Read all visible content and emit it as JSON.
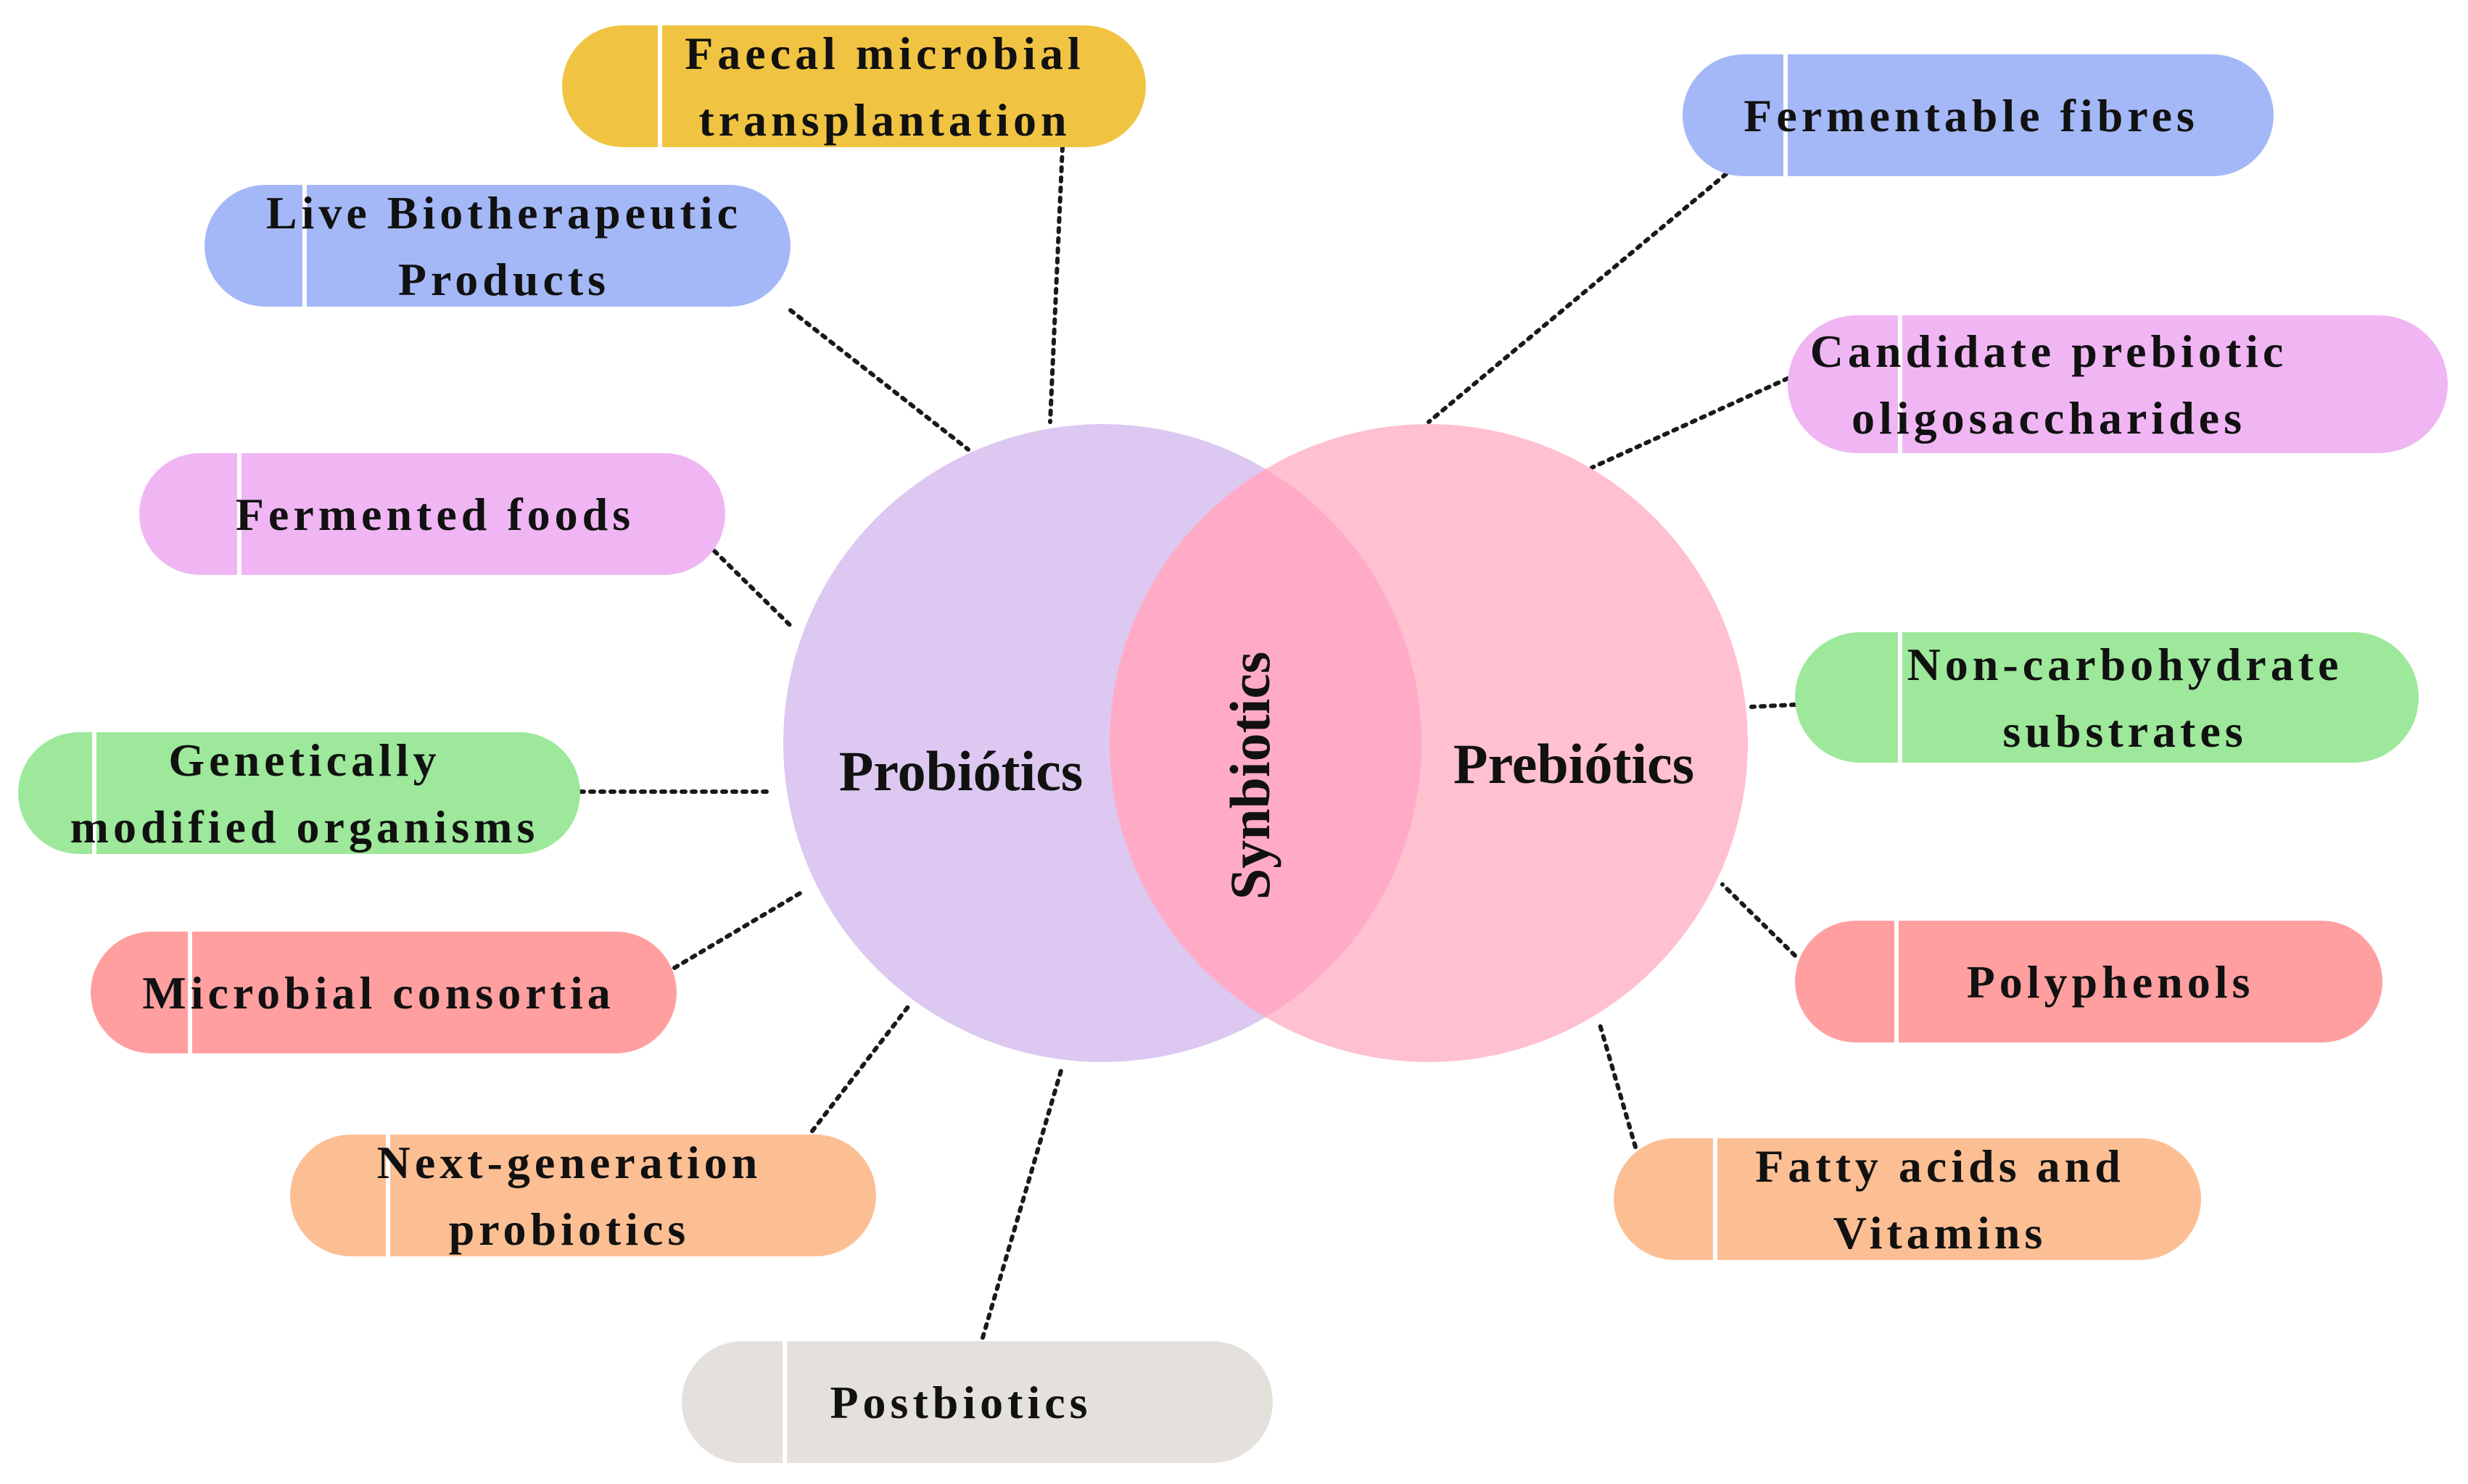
{
  "center": {
    "left": "Probiótics",
    "overlap": "Synbiotics",
    "right": "Prebiótics"
  },
  "colors": {
    "probiotics_circle": "#dcc8f0",
    "prebiotics_circle": "#ffc0cf",
    "overlap": "#ffabc8",
    "yellow": "#f0c442",
    "blue": "#a4b8f7",
    "pink": "#f0b6f4",
    "green": "#9de89a",
    "red": "#ff9fa0",
    "orange": "#fcbf94",
    "grey": "#e4e1dc"
  },
  "probiotics_items": [
    {
      "lines": [
        "Faecal microbial",
        "transplantation"
      ],
      "color": "yellow"
    },
    {
      "lines": [
        "Live Biotherapeutic",
        "Products"
      ],
      "color": "blue"
    },
    {
      "lines": [
        "Fermented foods"
      ],
      "color": "pink"
    },
    {
      "lines": [
        "Genetically",
        "modified organisms"
      ],
      "color": "green"
    },
    {
      "lines": [
        "Microbial consortia"
      ],
      "color": "red"
    },
    {
      "lines": [
        "Next-generation",
        "probiotics"
      ],
      "color": "orange"
    },
    {
      "lines": [
        "Postbiotics"
      ],
      "color": "grey"
    }
  ],
  "prebiotics_items": [
    {
      "lines": [
        "Fermentable fibres"
      ],
      "color": "blue"
    },
    {
      "lines": [
        "Candidate prebiotic",
        "oligosaccharides"
      ],
      "color": "pink"
    },
    {
      "lines": [
        "Non-carbohydrate",
        "substrates"
      ],
      "color": "green"
    },
    {
      "lines": [
        "Polyphenols"
      ],
      "color": "red"
    },
    {
      "lines": [
        "Fatty acids and",
        "Vitamins"
      ],
      "color": "orange"
    }
  ]
}
